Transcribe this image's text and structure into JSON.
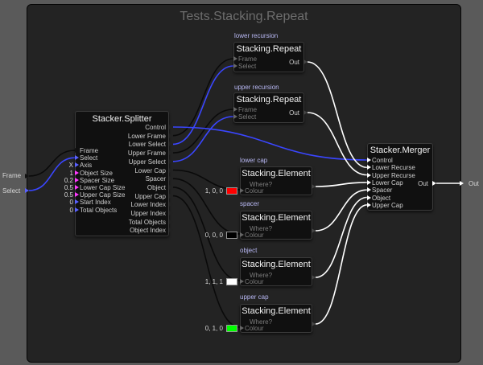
{
  "canvas": {
    "title": "Tests.Stacking.Repeat"
  },
  "external": {
    "frame": "Frame",
    "select": "Select",
    "out": "Out"
  },
  "labels": {
    "lower_recursion": "lower recursion",
    "upper_recursion": "upper recursion",
    "lower_cap": "lower cap",
    "spacer": "spacer",
    "object": "object",
    "upper_cap": "upper cap"
  },
  "splitter": {
    "title": "Stacker.Splitter",
    "inputs": [
      "Frame",
      "Select",
      "Axis",
      "Object Size",
      "Spacer Size",
      "Lower Cap Size",
      "Upper Cap Size",
      "Start Index",
      "Total Objects"
    ],
    "input_values": [
      "",
      "",
      "X",
      "1",
      "0.2",
      "0.5",
      "0.5",
      "0",
      "0"
    ],
    "outputs": [
      "Control",
      "Lower Frame",
      "Lower Select",
      "Upper Frame",
      "Upper Select",
      "Lower Cap",
      "Spacer",
      "Object",
      "Upper Cap",
      "Lower Index",
      "Upper Index",
      "Total Objects",
      "Object Index"
    ]
  },
  "repeat_lower": {
    "title": "Stacking.Repeat",
    "inputs": [
      "Frame",
      "Select"
    ],
    "output": "Out"
  },
  "repeat_upper": {
    "title": "Stacking.Repeat",
    "inputs": [
      "Frame",
      "Select"
    ],
    "output": "Out"
  },
  "elements": [
    {
      "title": "Stacking.Element",
      "inputs": [
        "Where?",
        "Colour"
      ],
      "value": "1, 0, 0",
      "color": "#ff0000"
    },
    {
      "title": "Stacking.Element",
      "inputs": [
        "Where?",
        "Colour"
      ],
      "value": "0, 0, 0",
      "color": "#000000"
    },
    {
      "title": "Stacking.Element",
      "inputs": [
        "Where?",
        "Colour"
      ],
      "value": "1, 1, 1",
      "color": "#ffffff"
    },
    {
      "title": "Stacking.Element",
      "inputs": [
        "Where?",
        "Colour"
      ],
      "value": "0, 1, 0",
      "color": "#00ff00"
    }
  ],
  "merger": {
    "title": "Stacker.Merger",
    "inputs": [
      "Control",
      "Lower Recurse",
      "Upper Recurse",
      "Lower Cap",
      "Spacer",
      "Object",
      "Upper Cap"
    ],
    "output": "Out"
  },
  "colors": {
    "select_wire": "#3a46ff",
    "frame_wire": "#0a0a0a",
    "out_wire": "#ffffff",
    "canvas": "#232323",
    "background": "#5a5a5a"
  }
}
